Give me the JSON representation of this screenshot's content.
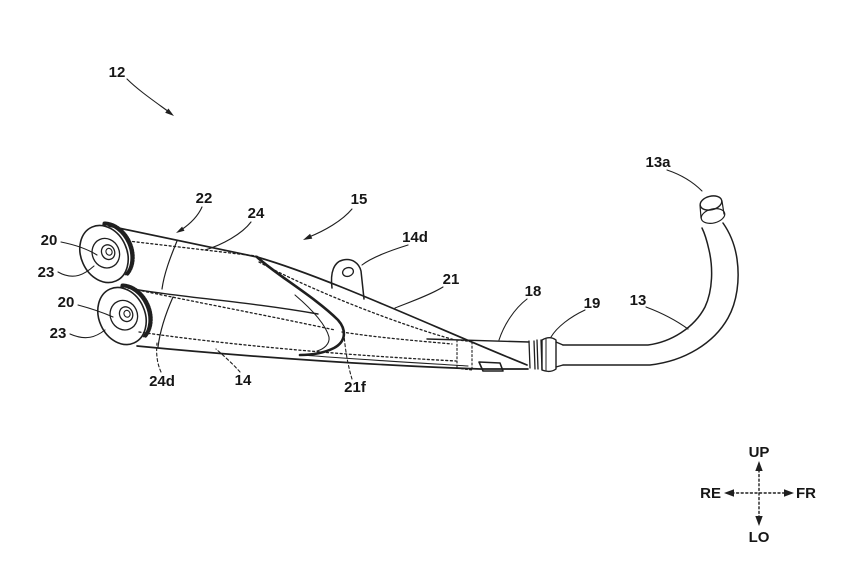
{
  "figure": {
    "labels": {
      "12": "12",
      "22": "22",
      "24": "24",
      "15": "15",
      "14d": "14d",
      "20_upper": "20",
      "23_upper": "23",
      "20_lower": "20",
      "23_lower": "23",
      "24d": "24d",
      "14": "14",
      "21f": "21f",
      "21": "21",
      "18": "18",
      "19": "19",
      "13": "13",
      "13a": "13a"
    },
    "compass": {
      "up": "UP",
      "lower": "LO",
      "rear": "RE",
      "front": "FR"
    },
    "colors": {
      "background": "#ffffff",
      "line": "#1f1f1f"
    }
  }
}
